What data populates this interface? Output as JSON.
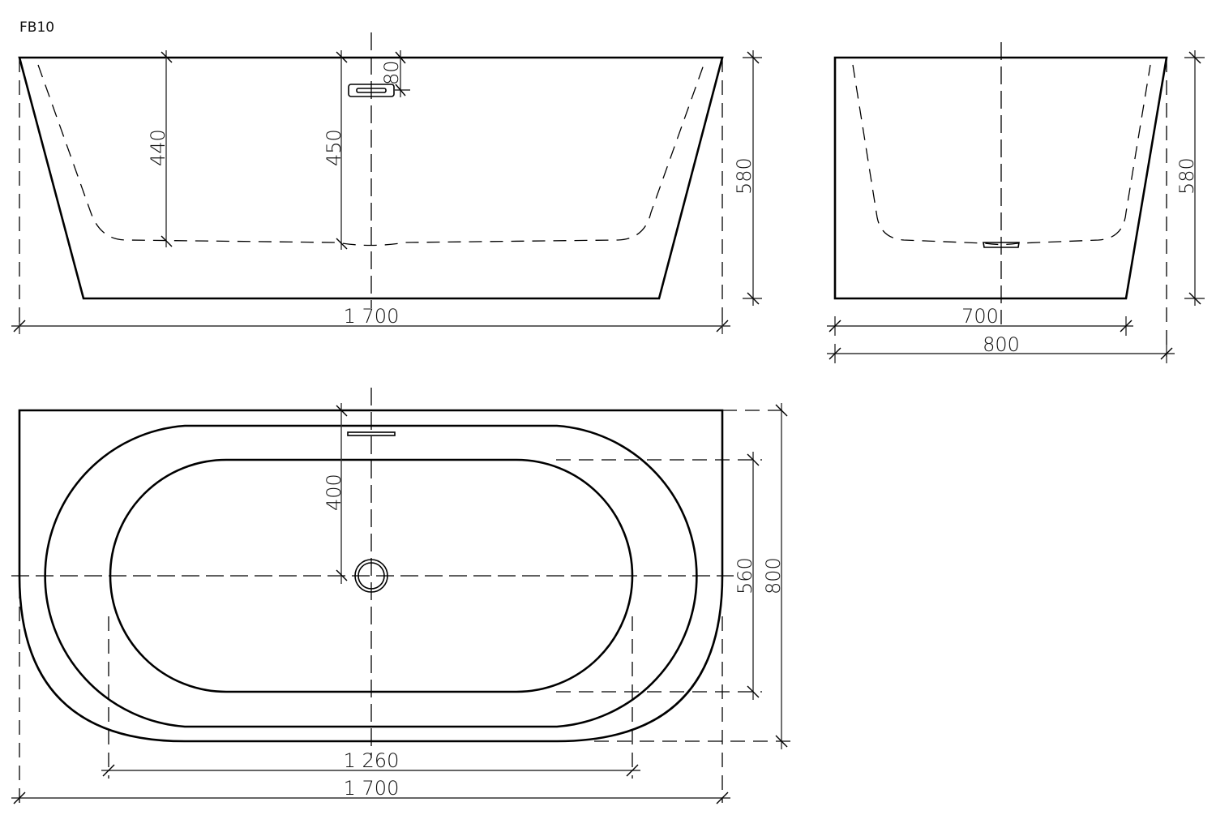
{
  "drawing": {
    "model_code": "FB10",
    "type": "technical-drawing",
    "subject": "bathtub",
    "units": "mm"
  },
  "views": {
    "front": {
      "dimensions": {
        "overall_length": "1 700",
        "overall_height": "580",
        "inner_depth_side": "440",
        "inner_depth_center": "450",
        "overflow_offset": "80"
      }
    },
    "side": {
      "dimensions": {
        "base_width": "700",
        "overall_width": "800",
        "overall_height": "580"
      }
    },
    "top": {
      "dimensions": {
        "overall_length": "1 700",
        "inner_length": "1 260",
        "inner_width": "560",
        "overall_width": "800",
        "drain_offset": "400"
      }
    }
  },
  "colors": {
    "line": "#000000",
    "background": "#ffffff"
  }
}
